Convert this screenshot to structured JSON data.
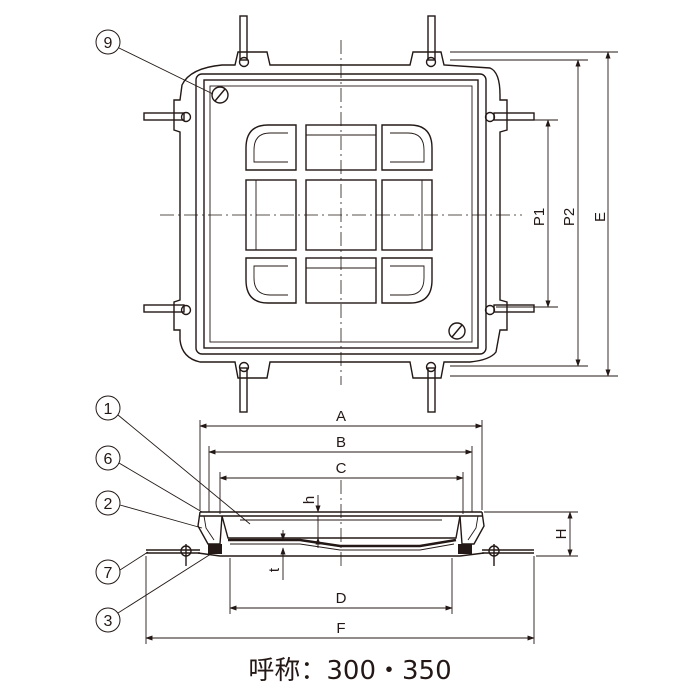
{
  "plan_view": {
    "callouts": {
      "nine": "9"
    },
    "dims": {
      "p1": "P1",
      "p2": "P2",
      "e": "E"
    }
  },
  "section_view": {
    "callouts": {
      "one": "1",
      "six": "6",
      "two": "2",
      "seven": "7",
      "three": "3"
    },
    "dims": {
      "a": "A",
      "b": "B",
      "c": "C",
      "h_small": "h",
      "h_big": "H",
      "t": "t",
      "d": "D",
      "f": "F"
    }
  },
  "caption": "呼称：300・350"
}
